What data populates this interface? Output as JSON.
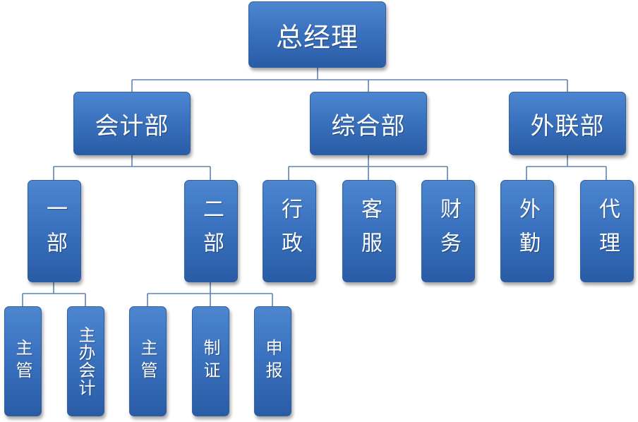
{
  "org": {
    "root": "总经理",
    "dept_accounting": "会计部",
    "dept_general": "综合部",
    "dept_external": "外联部",
    "acc_div1": "一部",
    "acc_div2": "二部",
    "gen_admin": "行政",
    "gen_service": "客服",
    "gen_finance": "财务",
    "ext_field": "外勤",
    "ext_agent": "代理",
    "div1_supervisor": "主管",
    "div1_chief_accountant": "主办会计",
    "div2_supervisor": "主管",
    "div2_voucher": "制证",
    "div2_filing": "申报"
  },
  "colors": {
    "node_fill": "#3a72bf",
    "node_border": "#2f5f9f",
    "connector": "#5f82b5",
    "text": "#ffffff"
  }
}
